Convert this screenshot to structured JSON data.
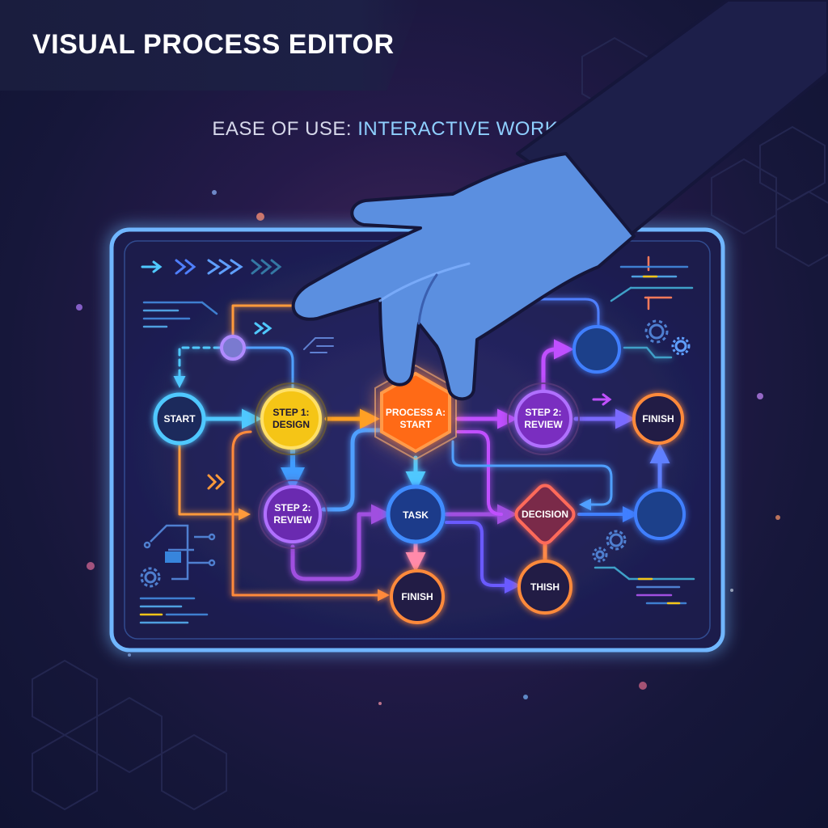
{
  "header": {
    "title": "VISUAL PROCESS EDITOR",
    "subtitle_prefix": "EASE OF USE: ",
    "subtitle_accent": "INTERACTIVE WORKFLOW"
  },
  "nodes": {
    "start": "START",
    "step1_line1": "STEP 1:",
    "step1_line2": "DESIGN",
    "process_a_line1": "PROCESS A:",
    "process_a_line2": "START",
    "step2_top_line1": "STEP 2:",
    "step2_top_line2": "REVIEW",
    "finish_right": "FINISH",
    "step2_left_line1": "STEP 2:",
    "step2_left_line2": "REVIEW",
    "task": "TASK",
    "decision": "DECISION",
    "finish_bottom": "FINISH",
    "thish": "THISH"
  },
  "colors": {
    "panel_border": "#6fb6ff",
    "start_node": "#4fc8ff",
    "step1_node": "#f5c518",
    "process_node": "#ff6a12",
    "review_node": "#a04fe0",
    "finish_node": "#ff8a3a",
    "task_node": "#3f8cff",
    "decision_node": "#ff6a5a",
    "hand": "#5b8fe0"
  },
  "icons": [
    "arrow-chevrons-icon",
    "gear-icon",
    "circuit-icon",
    "hand-cursor-icon"
  ]
}
